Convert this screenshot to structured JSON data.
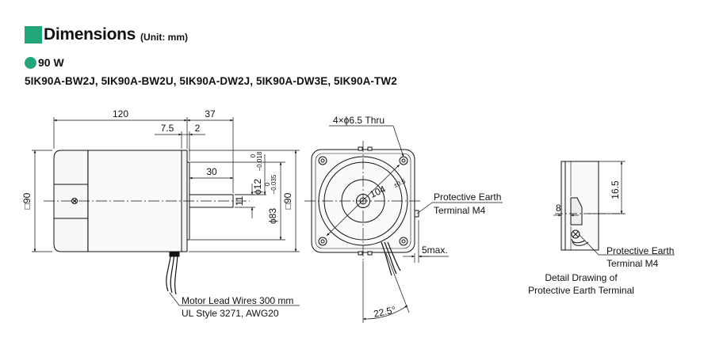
{
  "header": {
    "title": "Dimensions",
    "unit": "(Unit: mm)"
  },
  "section": {
    "label": "90 W"
  },
  "models": "5IK90A-BW2J, 5IK90A-BW2U, 5IK90A-DW2J, 5IK90A-DW3E, 5IK90A-TW2",
  "colors": {
    "accent": "#21a67a"
  },
  "dimensions": {
    "d120": "120",
    "d37": "37",
    "d7_5": "7.5",
    "d2": "2",
    "d30": "30",
    "d11": "11",
    "sq90": "□90",
    "phi12": "ϕ12",
    "phi12_tol_upper": "0",
    "phi12_tol_lower": "−0.018",
    "phi83": "ϕ83",
    "phi83_tol_upper": "0",
    "phi83_tol_lower": "−0.035",
    "holes": "4×ϕ6.5 Thru",
    "d104": "104",
    "d104_tol": "±0.5",
    "d5max": "5max.",
    "d22_5": "22.5°",
    "d16_5": "16.5",
    "d8": "8"
  },
  "labels": {
    "pe_line1": "Protective Earth",
    "pe_line2": "Terminal M4",
    "leads_line1": "Motor Lead Wires 300 mm",
    "leads_line2": "UL Style 3271, AWG20",
    "detail_line1": "Detail Drawing of",
    "detail_line2": "Protective Earth Terminal"
  }
}
